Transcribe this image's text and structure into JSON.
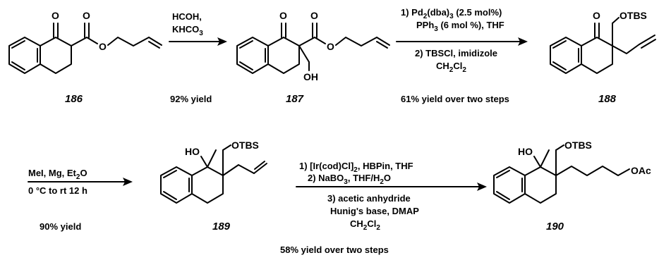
{
  "compounds": {
    "c186": "186",
    "c187": "187",
    "c188": "188",
    "c189": "189",
    "c190": "190"
  },
  "atoms": {
    "O": "O",
    "OH": "OH",
    "HO": "HO",
    "OTBS": "OTBS",
    "OAc": "OAc"
  },
  "steps": {
    "s1": {
      "line1": "HCOH,",
      "line2": "KHCO",
      "line2_sub": "3",
      "yield": "92% yield"
    },
    "s2": {
      "line1_a": "1) Pd",
      "line1_sub1": "2",
      "line1_b": "(dba)",
      "line1_sub2": "3",
      "line1_c": " (2.5 mol%)",
      "line2": "PPh",
      "line2_sub": "3",
      "line2_b": " (6 mol %), THF",
      "line3": "2) TBSCl, imidizole",
      "line4": "CH",
      "line4_sub1": "2",
      "line4_b": "Cl",
      "line4_sub2": "2",
      "yield": "61% yield over two steps"
    },
    "s3": {
      "line1": "MeI, Mg, Et",
      "line1_sub": "2",
      "line1_b": "O",
      "line2": "0 °C to rt 12 h",
      "yield": "90% yield"
    },
    "s4": {
      "line1_a": "1) [Ir(cod)Cl]",
      "line1_sub": "2",
      "line1_b": ", HBPin, THF",
      "line2_a": "2) NaBO",
      "line2_sub": "3",
      "line2_b": ", THF/H",
      "line2_sub2": "2",
      "line2_c": "O",
      "line3": "3) acetic anhydride",
      "line4": "Hunig's base, DMAP",
      "line5": "CH",
      "line5_sub1": "2",
      "line5_b": "Cl",
      "line5_sub2": "2",
      "yield": "58% yield over two steps"
    }
  }
}
